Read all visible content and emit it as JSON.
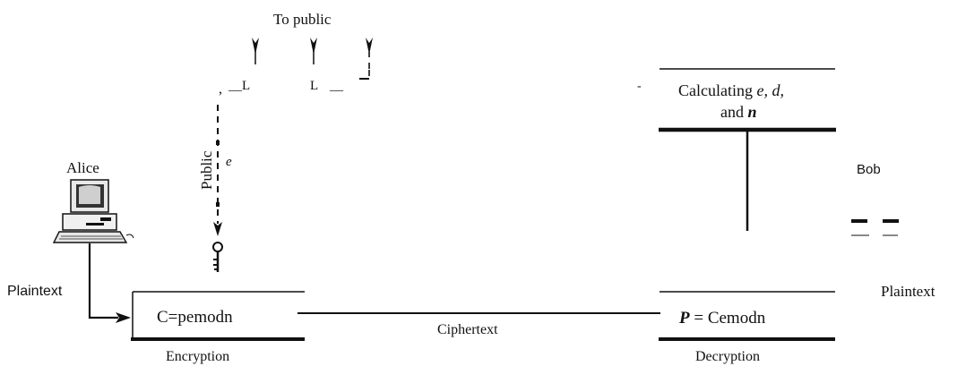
{
  "labels": {
    "to_public": "To public",
    "calc_line1_prefix": "Calculating ",
    "calc_line1_vars": "e, d,",
    "calc_line2_prefix": "and ",
    "calc_line2_var": "n",
    "bob": "Bob",
    "alice": "Alice",
    "public": "Public",
    "e_var": "e",
    "tick_left_comma": ",",
    "tick_left_L": "__L",
    "tick_mid_L": "L",
    "tick_mid_dash": "__",
    "dash_mark": "-",
    "plaintext_left": "Plaintext",
    "plaintext_right": "Plaintext",
    "encryption_formula": "C=pemodn",
    "ciphertext": "Ciphertext",
    "decryption_formula_var": "P",
    "decryption_formula_rest": " = Cemodn",
    "encryption_label": "Encryption",
    "decryption_label": "Decryption"
  },
  "icons": {
    "computer": "desktop-computer-icon",
    "key": "key-icon"
  }
}
